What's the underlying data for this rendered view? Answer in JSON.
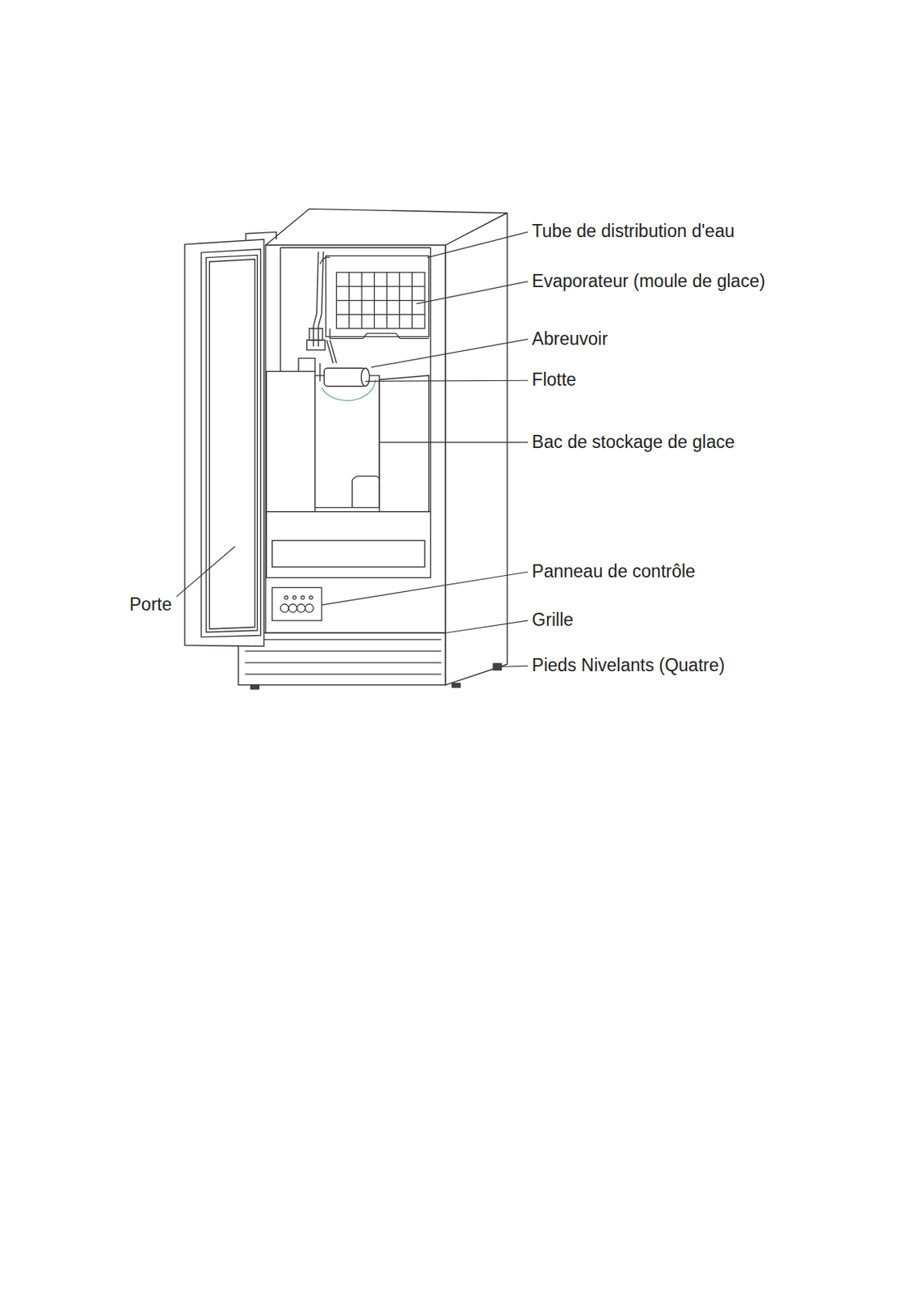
{
  "diagram": {
    "labels": [
      "Tube de distribution d'eau",
      "Evaporateur (moule de glace)",
      "Abreuvoir",
      "Flotte",
      "Bac de stockage de glace",
      "Panneau de contrôle",
      "Grille",
      "Pieds Nivelants (Quatre)",
      "Porte"
    ]
  }
}
